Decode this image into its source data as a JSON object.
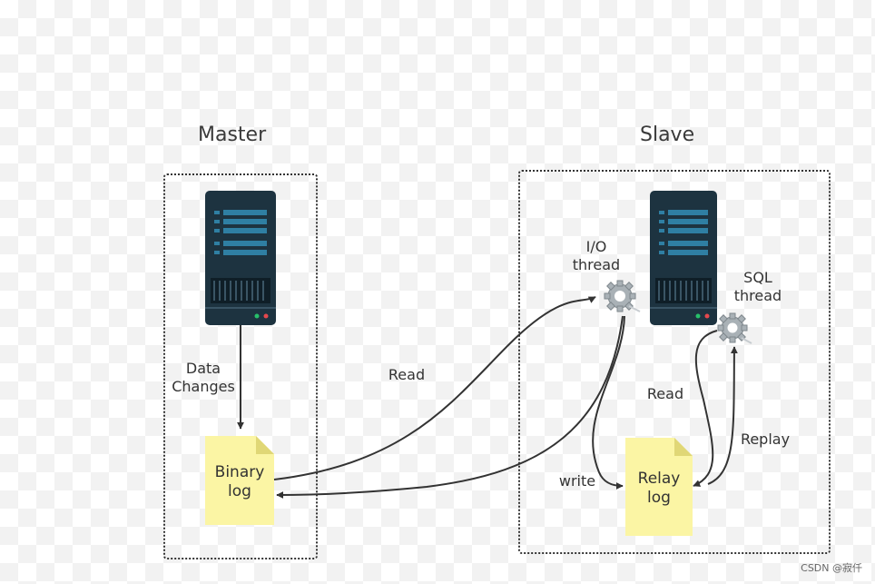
{
  "master": {
    "title": "Master",
    "data_changes": [
      "Data",
      "Changes"
    ],
    "binary_log": [
      "Binary",
      "log"
    ]
  },
  "slave": {
    "title": "Slave",
    "io_thread": [
      "I/O",
      "thread"
    ],
    "sql_thread": [
      "SQL",
      "thread"
    ],
    "relay_log": [
      "Relay",
      "log"
    ]
  },
  "edges": {
    "read_binlog": "Read",
    "write": "write",
    "read_relay": "Read",
    "replay": "Replay"
  },
  "watermark": "CSDN @寂仟",
  "colors": {
    "server_body": "#1d3340",
    "server_bar": "#2f7fa3",
    "doc_fill": "#fbf5a4",
    "doc_fold": "#e0d776",
    "arrow": "#333333",
    "led_green": "#27c06a",
    "led_red": "#e5484d"
  },
  "icons": [
    "server-icon",
    "gear-icon",
    "document-icon"
  ]
}
